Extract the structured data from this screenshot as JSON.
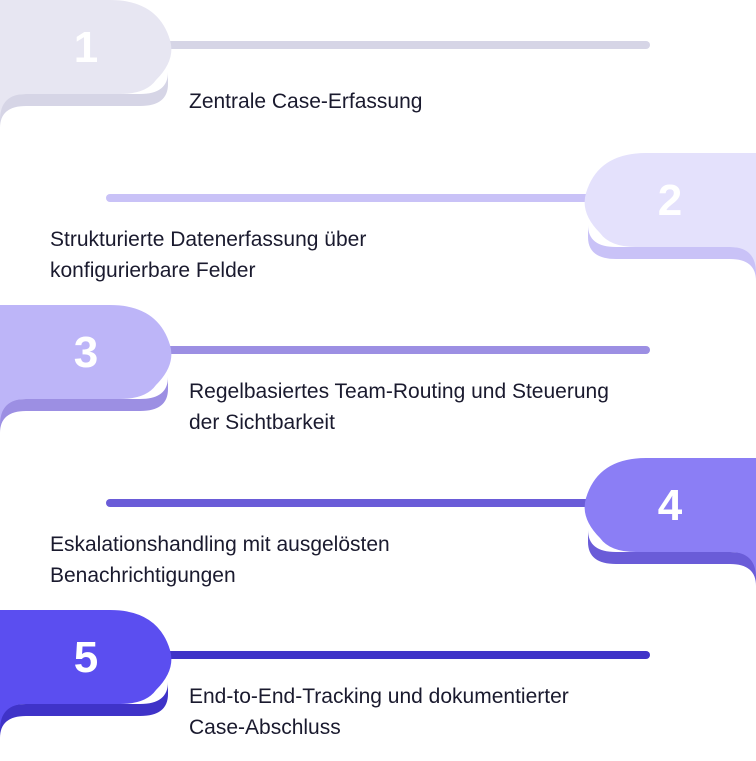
{
  "steps": [
    {
      "number": "1",
      "text_lines": [
        "Zentrale Case-Erfassung"
      ],
      "color": "#e7e6f2",
      "shadow": "#d6d5e6",
      "line": "#d6d5e6"
    },
    {
      "number": "2",
      "text_lines": [
        "Strukturierte Datenerfassung über",
        "konfigurierbare Felder"
      ],
      "color": "#e4e1fc",
      "shadow": "#c9c2f7",
      "line": "#c9c2f7"
    },
    {
      "number": "3",
      "text_lines": [
        "Regelbasiertes Team-Routing und Steuerung",
        "der Sichtbarkeit"
      ],
      "color": "#bdb5f8",
      "shadow": "#9c8fe3",
      "line": "#9c8fe3"
    },
    {
      "number": "4",
      "text_lines": [
        "Eskalationshandling mit ausgelösten",
        "Benachrichtigungen"
      ],
      "color": "#8b7ef5",
      "shadow": "#6a5cd8",
      "line": "#6a5cd8"
    },
    {
      "number": "5",
      "text_lines": [
        "End-to-End-Tracking und dokumentierter",
        "Case-Abschluss"
      ],
      "color": "#5b4ef0",
      "shadow": "#3f33c8",
      "line": "#3f33c8"
    }
  ]
}
